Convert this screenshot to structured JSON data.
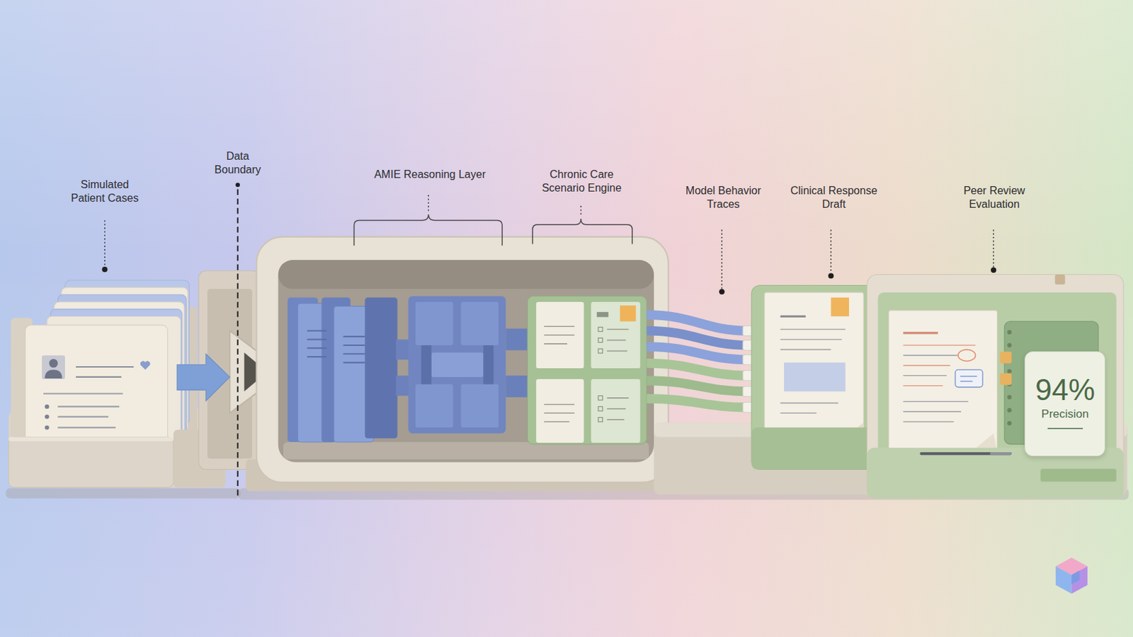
{
  "diagram": {
    "nodes": [
      {
        "text": [
          "94%",
          "Precision"
        ]
      }
    ],
    "labels": [
      "Simulated Patient Cases",
      "Data Boundary",
      "AMIE Reasoning Layer",
      "Chronic Care Scenario Engine",
      "Model Behavior Traces",
      "Clinical Response Draft",
      "Peer Review Evaluation"
    ]
  }
}
